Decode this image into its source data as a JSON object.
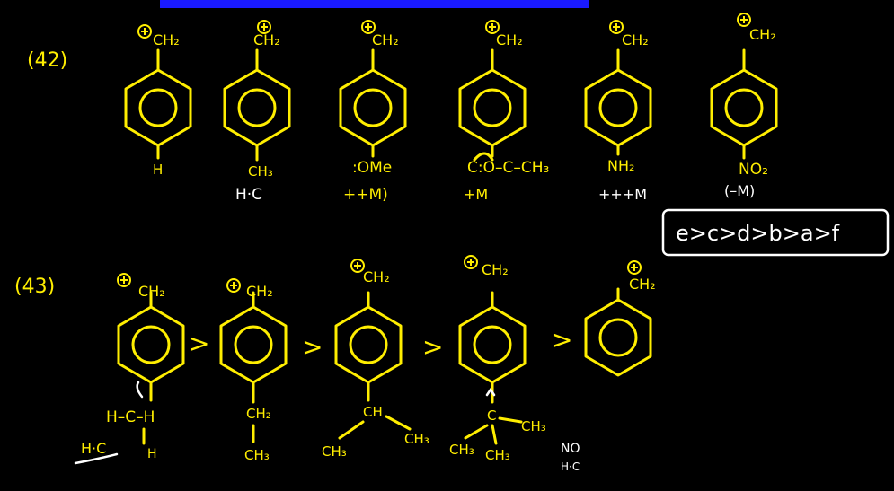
{
  "colors": {
    "background": "#000000",
    "ink": "#ffee00",
    "ink_white": "#ffffff",
    "banner": "#1a1aff"
  },
  "problem42": {
    "number": "(42)",
    "cation_group": "CH₂",
    "structures": [
      {
        "substituent": "H",
        "effect": ""
      },
      {
        "substituent": "CH₃",
        "effect": "H·C"
      },
      {
        "substituent": ":OMe",
        "effect": "++M)"
      },
      {
        "substituent": "C:O–C–CH₃",
        "effect": "+M"
      },
      {
        "substituent": "NH₂",
        "effect": "+++M"
      },
      {
        "substituent": "NO₂",
        "effect": "(–M)"
      }
    ],
    "answer": "e>c>d>b>a>f"
  },
  "problem43": {
    "number": "(43)",
    "cation_group": "CH₂",
    "substituents": [
      "H–C–H",
      "CH₂",
      "CH",
      "C",
      ""
    ],
    "methyls": [
      "CH₃",
      "CH₃",
      "CH₃",
      "CH₃",
      "CH₃",
      "CH₃"
    ],
    "comparison_sign": ">",
    "note_start": "H·C",
    "note_end": [
      "NO",
      "H·C"
    ]
  }
}
